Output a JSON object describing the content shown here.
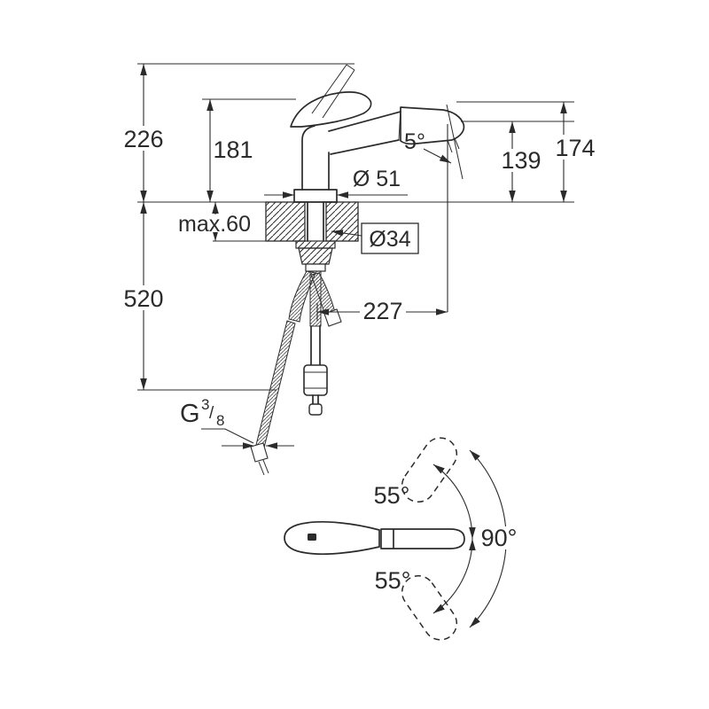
{
  "drawing": {
    "background": "#ffffff",
    "line_color": "#2b2b2b",
    "side_view": {
      "height_total": "226",
      "height_handle": "181",
      "height_right": "174",
      "height_spout_outlet": "139",
      "spout_angle": "5°",
      "base_diameter": "Ø 51",
      "deck_thickness": "max.60",
      "hole_diameter": "Ø34",
      "hose_length": "520",
      "reach": "227",
      "thread": {
        "g": "G",
        "num": "3",
        "slash": "/",
        "den": "8"
      }
    },
    "top_view": {
      "handle_angle_up": "55°",
      "handle_angle_down": "55°",
      "swivel_range": "90°"
    }
  }
}
